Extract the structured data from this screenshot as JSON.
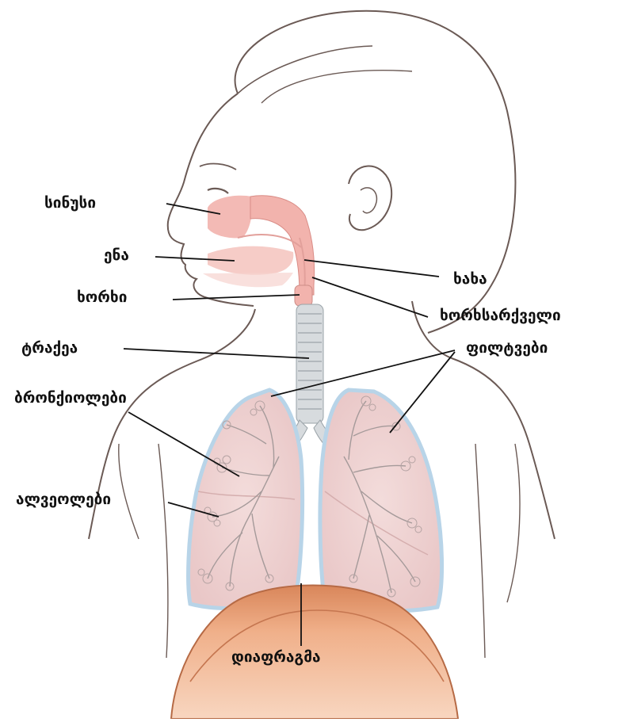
{
  "labels": {
    "sinus": "სინუსი",
    "tongue": "ენა",
    "larynx": "ხორხი",
    "trachea": "ტრაქეა",
    "bronchioles": "ბრონქიოლები",
    "alveoli": "ალვეოლები",
    "pharynx": "ხახა",
    "esophagus": "ხორხსარქველი",
    "lungs": "ფილტვები",
    "diaphragm": "დიაფრაგმა"
  },
  "colors": {
    "outline": "#6b5a55",
    "airway_pink": "#f2b3ad",
    "lung_fill": "#eed0cf",
    "lung_edge": "#b8d4e8",
    "trachea_gray": "#d7dbde",
    "diaphragm": "#e7a27a",
    "leader_line": "#111111"
  }
}
